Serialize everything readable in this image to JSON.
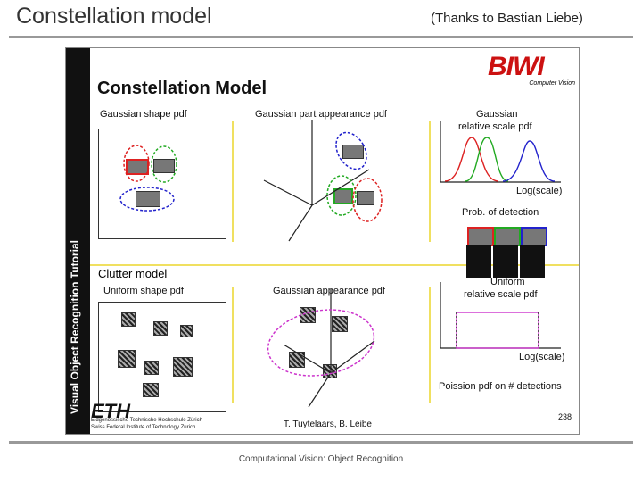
{
  "header": {
    "title": "Constellation model",
    "credit": "(Thanks to Bastian Liebe)"
  },
  "footer": {
    "text": "Computational Vision: Object Recognition"
  },
  "slide": {
    "side_title": "Visual Object Recognition Tutorial",
    "title": "Constellation Model",
    "logo": "BIWI",
    "logo_sub": "Computer Vision",
    "labels": {
      "shape_pdf": "Gaussian shape pdf",
      "part_appearance": "Gaussian part appearance pdf",
      "relative_scale_1": "Gaussian",
      "relative_scale_2": "relative scale pdf",
      "log_scale_1": "Log(scale)",
      "prob_detection": "Prob. of detection",
      "clutter_model": "Clutter model",
      "uniform_shape": "Uniform shape pdf",
      "gaussian_appearance": "Gaussian appearance pdf",
      "uniform_1": "Uniform",
      "uniform_2": "relative scale pdf",
      "log_scale_2": "Log(scale)",
      "poisson": "Poission pdf on # detections"
    },
    "institution_line1": "Eidgenössische Technische Hochschule Zürich",
    "institution_line2": "Swiss Federal Institute of Technology Zurich",
    "authors": "T. Tuytelaars, B. Leibe",
    "page_number": "238"
  },
  "colors": {
    "red": "#dd2222",
    "green": "#22aa22",
    "blue": "#2222cc",
    "magenta": "#cc33cc",
    "yellow": "#f0e060"
  }
}
